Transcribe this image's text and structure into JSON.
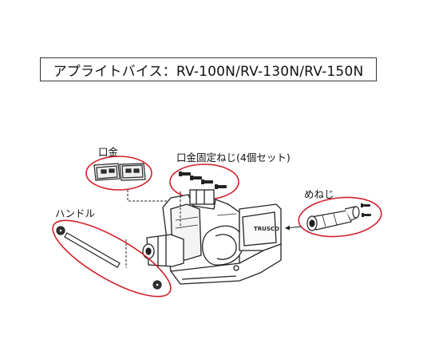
{
  "title": "アプライトバイス：RV-100N/RV-130N/RV-150N",
  "parts": {
    "jaw": "口金",
    "jaw_screw": "口金固定ねじ(4個セット)",
    "nut": "めねじ",
    "handle": "ハンドル"
  },
  "brand_mark": "TRUSCO",
  "colors": {
    "highlight": "#d21f2b",
    "outline": "#222222"
  }
}
